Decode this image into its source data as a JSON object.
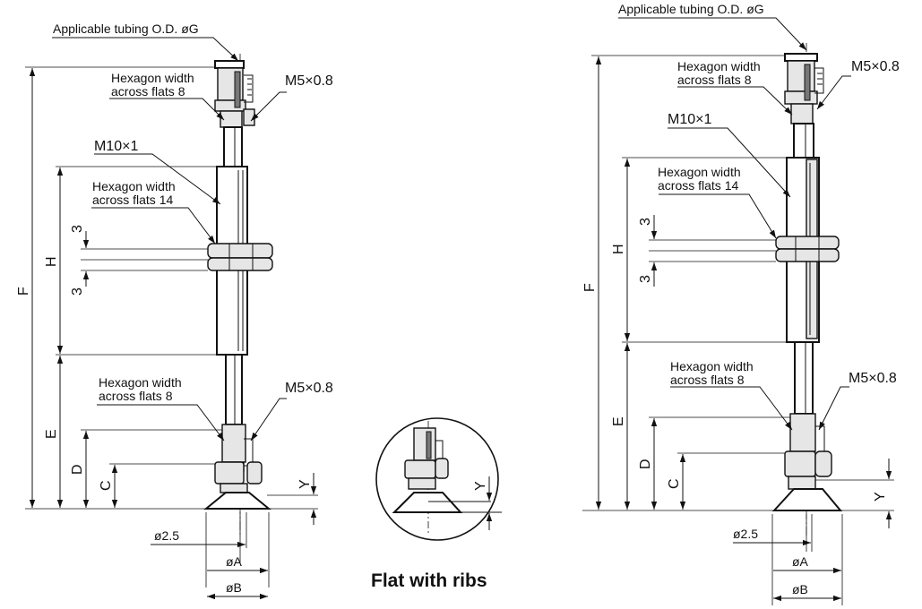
{
  "left": {
    "tubing": "Applicable tubing O.D. øG",
    "hex_top": [
      "Hexagon width",
      "across flats 8"
    ],
    "m5_top": "M5×0.8",
    "m10": "M10×1",
    "hex_mid": [
      "Hexagon width",
      "across flats 14"
    ],
    "hex_bot": [
      "Hexagon width",
      "across flats 8"
    ],
    "m5_bot": "M5×0.8",
    "dims": {
      "F": "F",
      "H": "H",
      "E": "E",
      "D": "D",
      "C": "C",
      "Y": "Y",
      "three_a": "3",
      "three_b": "3"
    },
    "d25": "ø2.5",
    "dA": "øA",
    "dB": "øB"
  },
  "right": {
    "tubing": "Applicable tubing O.D. øG",
    "hex_top": [
      "Hexagon width",
      "across flats 8"
    ],
    "m5_top": "M5×0.8",
    "m10": "M10×1",
    "hex_mid": [
      "Hexagon width",
      "across flats 14"
    ],
    "hex_bot": [
      "Hexagon width",
      "across flats 8"
    ],
    "m5_bot": "M5×0.8",
    "dims": {
      "F": "F",
      "H": "H",
      "E": "E",
      "D": "D",
      "C": "C",
      "Y": "Y",
      "three_a": "3",
      "three_b": "3"
    },
    "d25": "ø2.5",
    "dA": "øA",
    "dB": "øB"
  },
  "detail": {
    "Y": "Y",
    "caption": "Flat with ribs"
  }
}
